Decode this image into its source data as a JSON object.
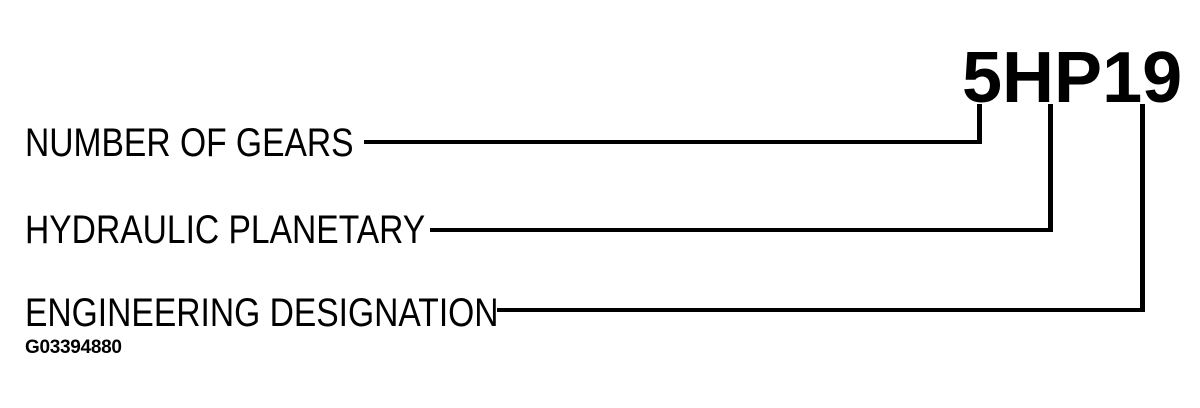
{
  "diagram": {
    "designation": "5HP19",
    "figure_id": "G03394880",
    "callouts": [
      {
        "label": "NUMBER OF GEARS",
        "points_to": "5"
      },
      {
        "label": "HYDRAULIC PLANETARY",
        "points_to": "HP"
      },
      {
        "label": "ENGINEERING DESIGNATION",
        "points_to": "19"
      }
    ],
    "colors": {
      "ink": "#000000",
      "background": "#ffffff"
    }
  }
}
